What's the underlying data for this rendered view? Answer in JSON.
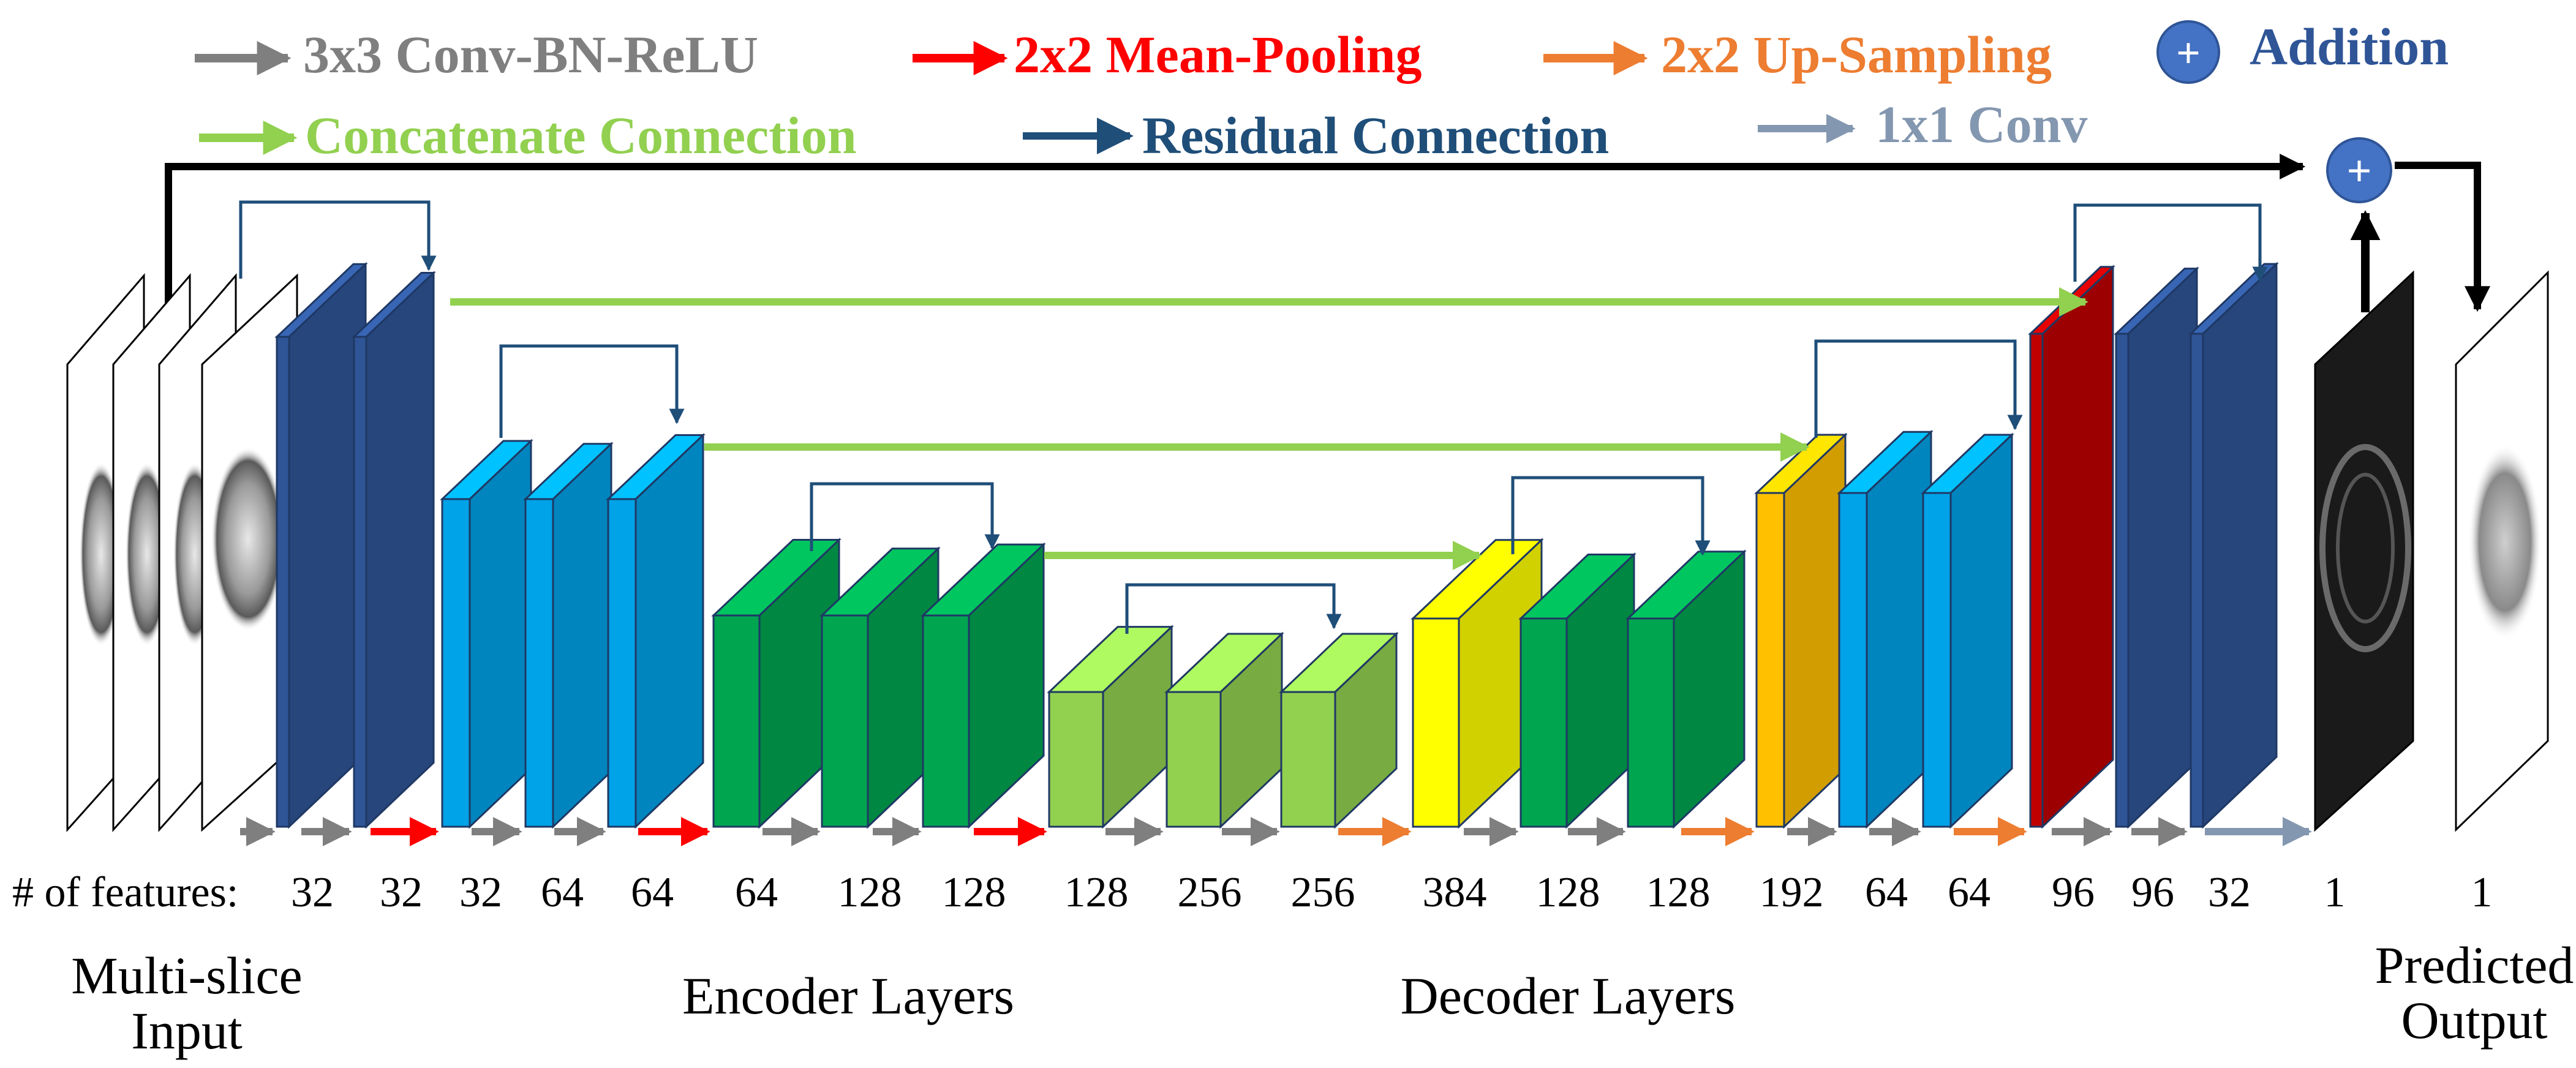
{
  "legend": [
    {
      "id": "conv",
      "label": "3x3 Conv-BN-ReLU",
      "color": "#7f7f7f"
    },
    {
      "id": "pool",
      "label": "2x2 Mean-Pooling",
      "color": "#ff0000"
    },
    {
      "id": "upsample",
      "label": "2x2 Up-Sampling",
      "color": "#ed7d31"
    },
    {
      "id": "addition",
      "label": "Addition",
      "color": "#2f5597",
      "symbol": "+"
    },
    {
      "id": "concat",
      "label": "Concatenate  Connection",
      "color": "#92d050"
    },
    {
      "id": "residual",
      "label": "Residual Connection",
      "color": "#1f4e79"
    },
    {
      "id": "conv1x1",
      "label": "1x1 Conv",
      "color": "#8497b0"
    }
  ],
  "features": {
    "prefix": "# of features:",
    "values": [
      "32",
      "32",
      "32",
      "64",
      "64",
      "64",
      "128",
      "128",
      "128",
      "256",
      "256",
      "384",
      "128",
      "128",
      "192",
      "64",
      "64",
      "96",
      "96",
      "32",
      "1",
      "1"
    ]
  },
  "sections": {
    "input": [
      "Multi-slice",
      "Input"
    ],
    "encoder": "Encoder Layers",
    "decoder": "Decoder Layers",
    "output": [
      "Predicted",
      "Output"
    ]
  },
  "colors": {
    "darkBlue": "#2f5597",
    "lightBlue": "#00a2e8",
    "green": "#00a550",
    "lightGreen": "#92d050",
    "yellow": "#ffff00",
    "orange": "#ffc000",
    "red": "#c00000"
  },
  "addition_symbol": "+"
}
